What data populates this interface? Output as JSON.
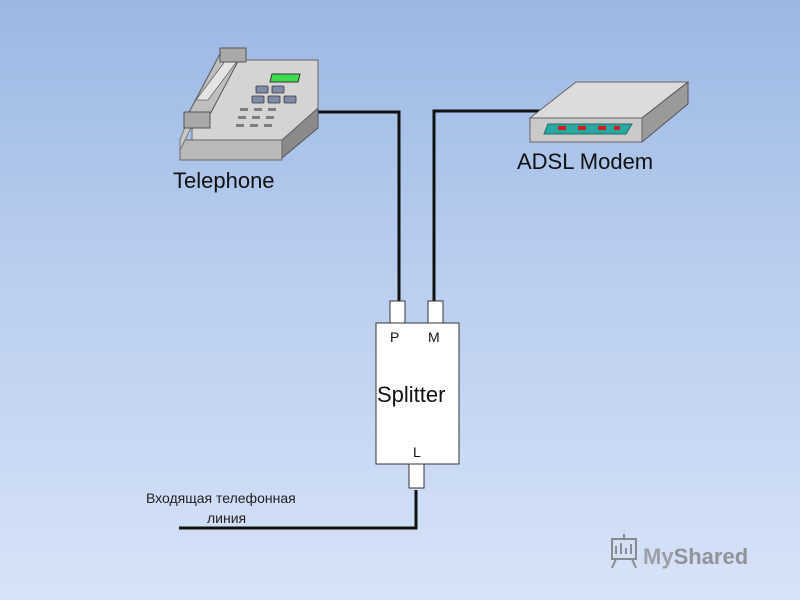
{
  "diagram": {
    "telephone_label": "Telephone",
    "modem_label": "ADSL Modem",
    "splitter_label": "Splitter",
    "port_p": "P",
    "port_m": "M",
    "port_l": "L",
    "incoming_line_label_1": "Входящая телефонная",
    "incoming_line_label_2": "линия"
  },
  "watermark": {
    "brand": "MyShared",
    "brand_prefix": "My",
    "brand_suffix": "Shared"
  }
}
